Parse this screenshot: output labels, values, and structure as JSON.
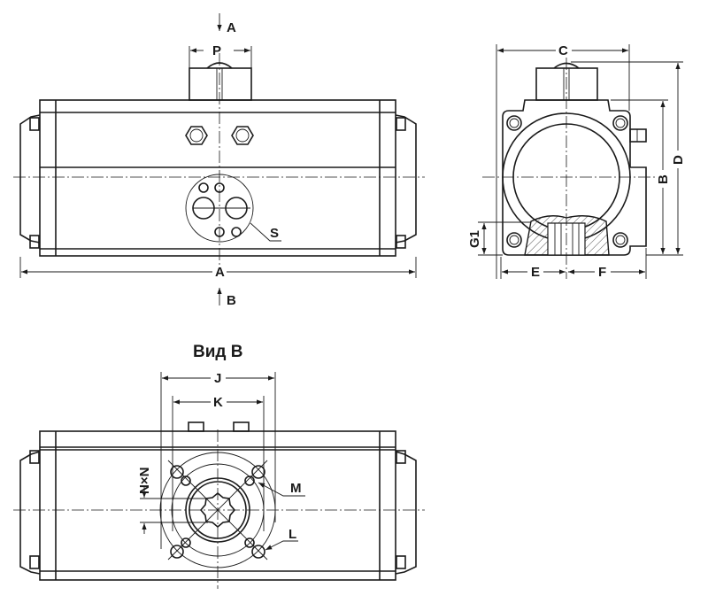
{
  "front_view": {
    "section_arrow_top": "A",
    "section_arrow_bottom": "B",
    "dim_p": "P",
    "dim_a": "A",
    "callout_s": "S"
  },
  "side_view": {
    "dim_c": "C",
    "dim_d": "D",
    "dim_b": "B",
    "dim_g1": "G1",
    "dim_e": "E",
    "dim_f": "F"
  },
  "bottom_view": {
    "title": "Вид В",
    "dim_j": "J",
    "dim_k": "K",
    "dim_nxn": "N×N",
    "callout_m": "M",
    "callout_l": "L"
  }
}
